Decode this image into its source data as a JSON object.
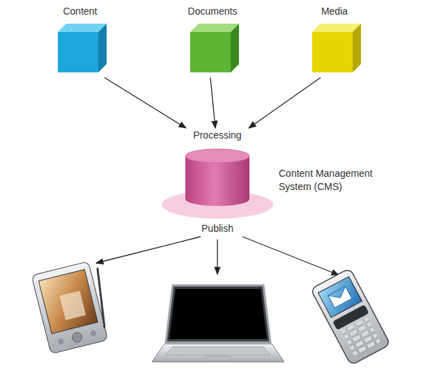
{
  "diagram": {
    "nodes": [
      {
        "text": [
          "Content"
        ]
      },
      {
        "text": [
          "Documents"
        ]
      },
      {
        "text": [
          "Media"
        ]
      },
      {
        "text": [
          "Processing",
          "Content Management System (CMS)",
          "Publish"
        ]
      }
    ],
    "edges": [
      {
        "from": 0,
        "to": 3,
        "arrow": "to"
      },
      {
        "from": 1,
        "to": 3,
        "arrow": "to"
      },
      {
        "from": 2,
        "to": 3,
        "arrow": "to"
      }
    ]
  }
}
